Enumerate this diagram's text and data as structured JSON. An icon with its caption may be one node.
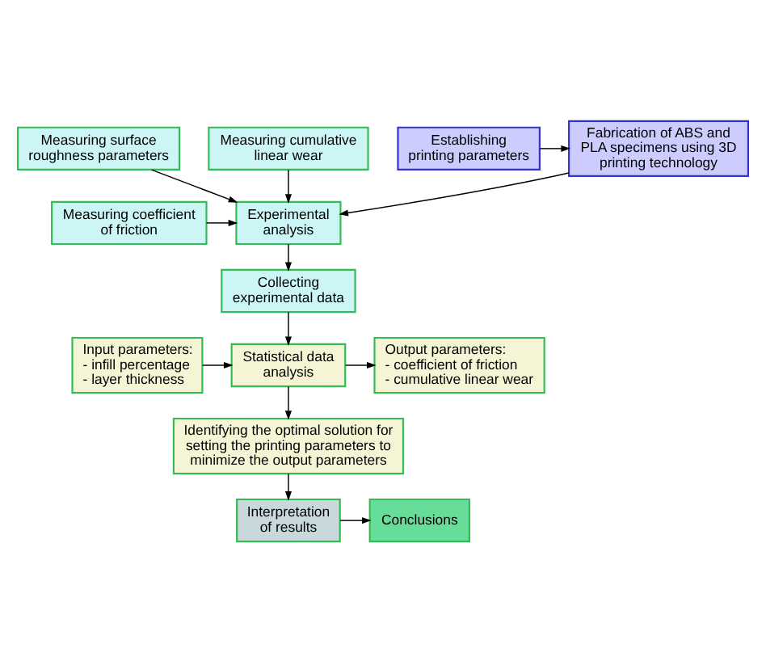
{
  "diagram": {
    "nodes": [
      {
        "text": [
          "Fabrication of ABS and PLA specimens using 3D printing technology"
        ]
      },
      {
        "text": [
          "Establishing printing parameters"
        ]
      },
      {
        "text": [
          "Experimental analysis"
        ]
      },
      {
        "text": [
          "Measuring surface roughness parameters"
        ]
      },
      {
        "text": [
          "Measuring coefficient of friction"
        ]
      },
      {
        "text": [
          "Measuring cumulative linear wear"
        ]
      },
      {
        "text": [
          "Collecting experimental data"
        ]
      },
      {
        "text": [
          "Input parameters:",
          "- infill percentage",
          "- layer thickness"
        ]
      },
      {
        "text": [
          "Statistical data analysis"
        ]
      },
      {
        "text": [
          "Output parameters:",
          "- coefficient of friction",
          "- cumulative linear wear"
        ]
      },
      {
        "text": [
          "Identifying the optimal solution for setting the printing parameters to minimize the output parameters"
        ]
      },
      {
        "text": [
          "Interpretation of results"
        ]
      },
      {
        "text": [
          "Conclusions"
        ]
      }
    ],
    "edges": [
      {
        "from": 1,
        "to": 0,
        "arrow": "to"
      },
      {
        "from": 0,
        "to": 2,
        "arrow": "to"
      },
      {
        "from": 3,
        "to": 2,
        "arrow": "to"
      },
      {
        "from": 4,
        "to": 2,
        "arrow": "to"
      },
      {
        "from": 5,
        "to": 2,
        "arrow": "to"
      },
      {
        "from": 2,
        "to": 6,
        "arrow": "to"
      },
      {
        "from": 6,
        "to": 8,
        "arrow": "to"
      },
      {
        "from": 7,
        "to": 8,
        "arrow": "to"
      },
      {
        "from": 8,
        "to": 9,
        "arrow": "to"
      },
      {
        "from": 8,
        "to": 10,
        "arrow": "to"
      },
      {
        "from": 10,
        "to": 11,
        "arrow": "to"
      },
      {
        "from": 11,
        "to": 12,
        "arrow": "to"
      }
    ]
  }
}
